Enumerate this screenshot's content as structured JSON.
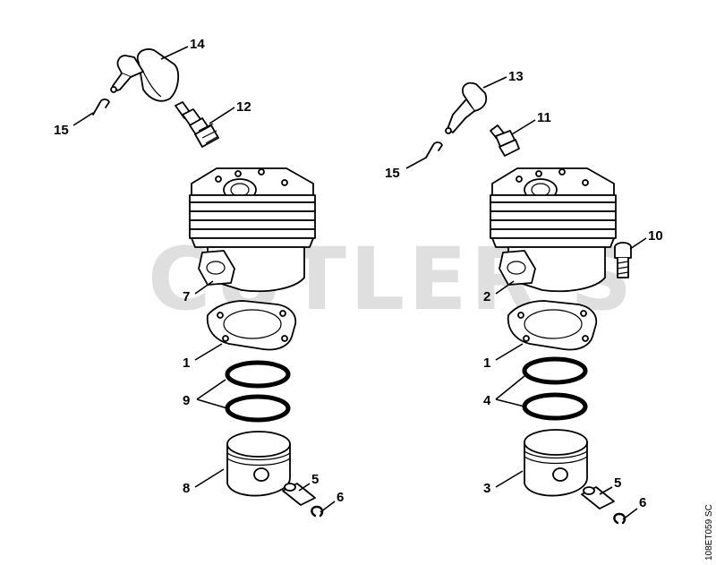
{
  "watermark": "CUTLER'S",
  "reference_code": "108ET059 SC",
  "callouts": {
    "left": {
      "n14": "14",
      "n12": "12",
      "n15": "15",
      "n7": "7",
      "n1": "1",
      "n9": "9",
      "n8": "8",
      "n5": "5",
      "n6": "6"
    },
    "right": {
      "n13": "13",
      "n11": "11",
      "n15": "15",
      "n10": "10",
      "n2": "2",
      "n1": "1",
      "n4": "4",
      "n3": "3",
      "n5": "5",
      "n6": "6"
    }
  }
}
